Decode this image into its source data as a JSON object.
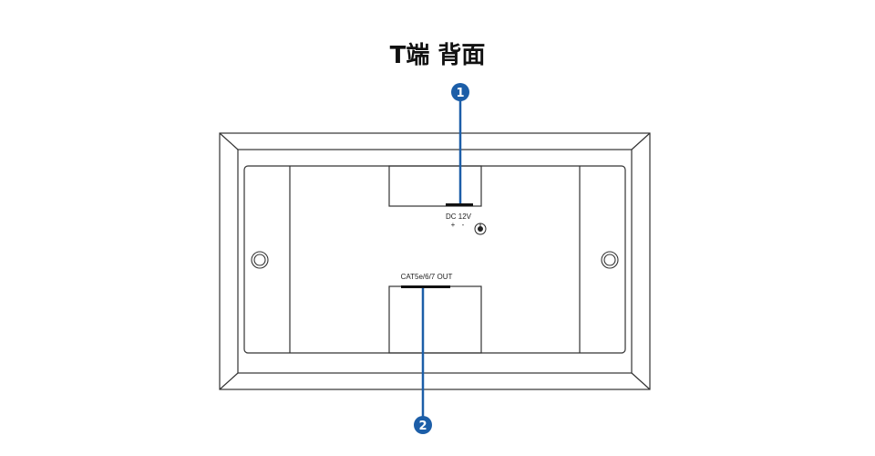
{
  "title": "T端 背面",
  "labels": {
    "dc_power": "DC 12V",
    "polarity_plus": "+",
    "polarity_minus": "-",
    "cat_out": "CAT5e/6/7 OUT"
  },
  "callouts": [
    {
      "number": "1"
    },
    {
      "number": "2"
    }
  ],
  "colors": {
    "callout_fill": "#1c5ea8",
    "leader_line": "#1c5ea8",
    "outline": "#333333"
  }
}
